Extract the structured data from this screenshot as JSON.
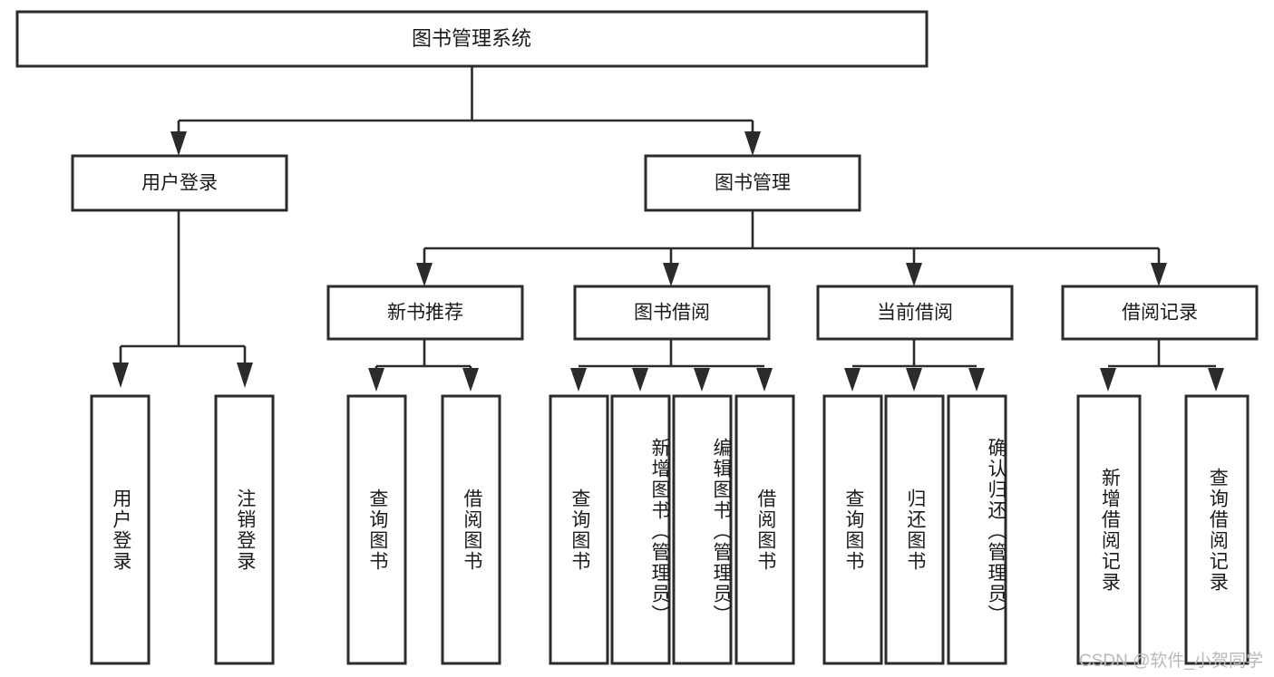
{
  "diagram": {
    "type": "tree-hierarchy",
    "title": "图书管理系统",
    "watermark": "CSDN @软件_小贺同学",
    "colors": {
      "box_stroke": "#2b2b2b",
      "box_fill": "#ffffff",
      "text": "#1b1b1b",
      "connector": "#2b2b2b",
      "background": "#ffffff",
      "watermark": "#b9b9b9"
    },
    "root": {
      "label": "图书管理系统"
    },
    "level2": [
      {
        "label": "用户登录"
      },
      {
        "label": "图书管理"
      }
    ],
    "level3": [
      {
        "label": "新书推荐"
      },
      {
        "label": "图书借阅"
      },
      {
        "label": "当前借阅"
      },
      {
        "label": "借阅记录"
      }
    ],
    "leaves": {
      "user_login": [
        {
          "label": "用户登录"
        },
        {
          "label": "注销登录"
        }
      ],
      "new_book_recommend": [
        {
          "label": "查询图书"
        },
        {
          "label": "借阅图书"
        }
      ],
      "book_borrow": [
        {
          "label": "查询图书"
        },
        {
          "label": "新增图书（管理员）"
        },
        {
          "label": "编辑图书（管理员）"
        },
        {
          "label": "借阅图书"
        }
      ],
      "current_borrow": [
        {
          "label": "查询图书"
        },
        {
          "label": "归还图书"
        },
        {
          "label": "确认归还（管理员）"
        }
      ],
      "borrow_record": [
        {
          "label": "新增借阅记录"
        },
        {
          "label": "查询借阅记录"
        }
      ]
    }
  }
}
